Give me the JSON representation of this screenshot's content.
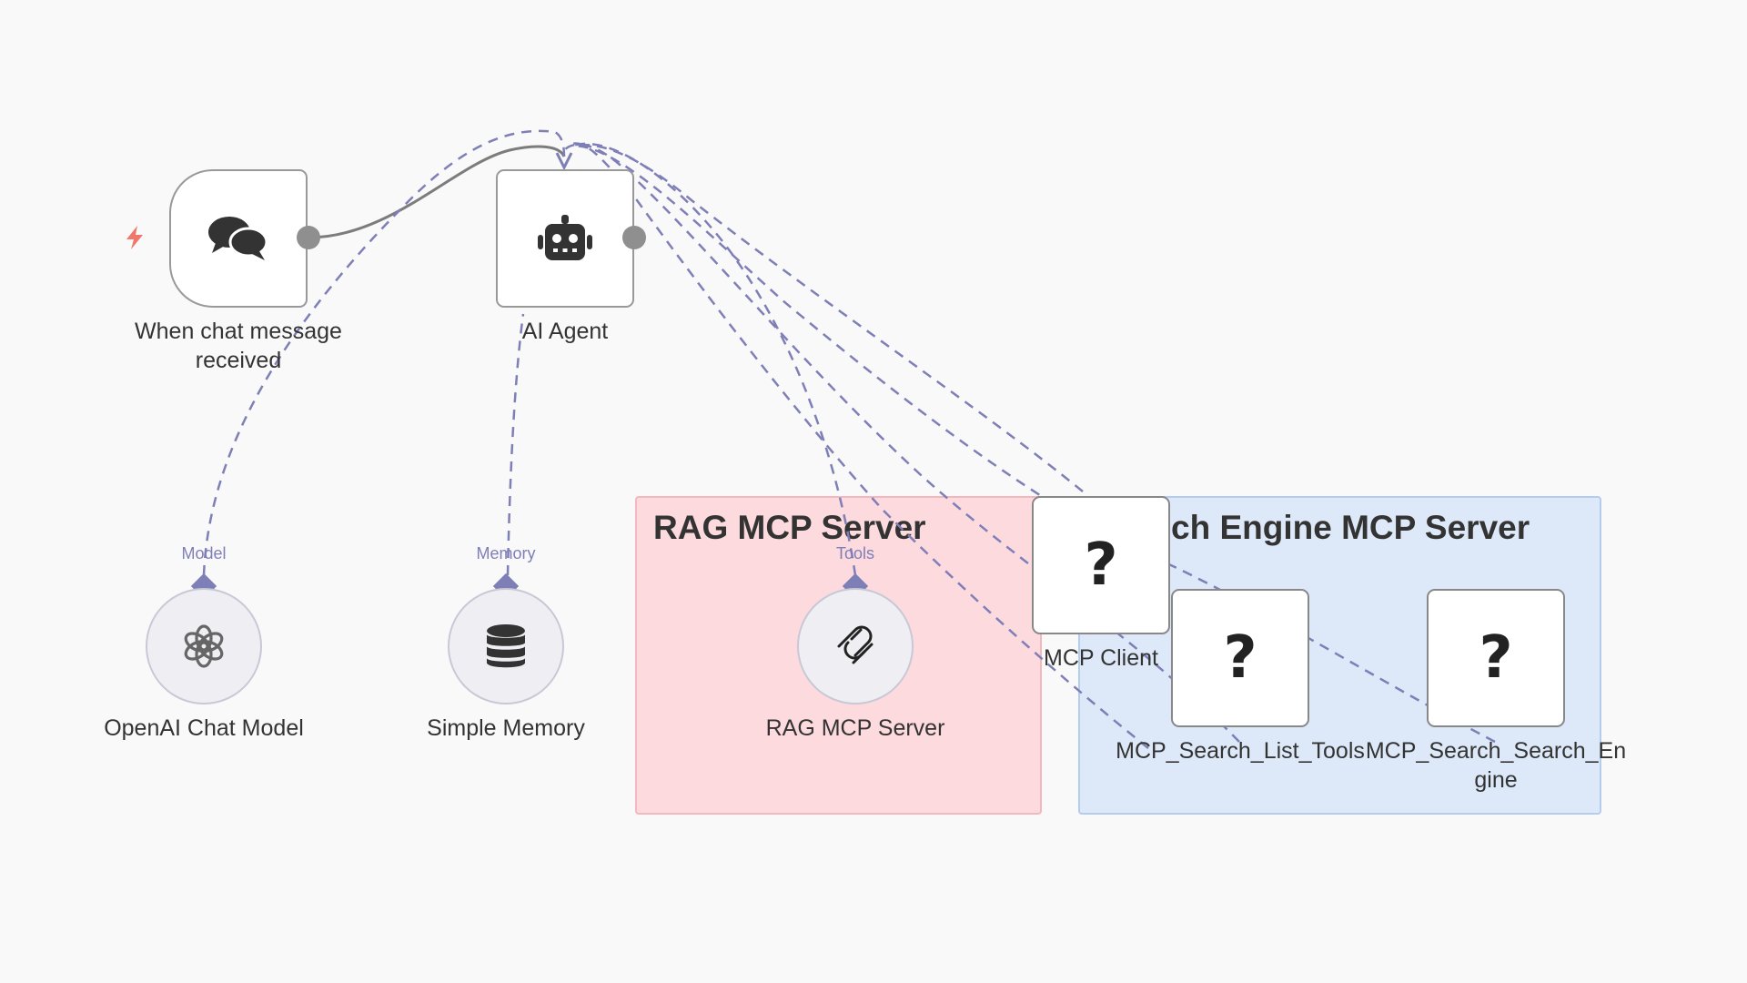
{
  "sticky_notes": {
    "rag": {
      "title": "RAG MCP Server",
      "color": "#fcdadd",
      "border": "#f2b8bd"
    },
    "search": {
      "title": "ch Engine MCP Server",
      "color": "#dde9f8",
      "border": "#b4cdef"
    }
  },
  "nodes": {
    "trigger": {
      "label_line1": "When chat message",
      "label_line2": "received",
      "icon": "chat-bubbles-icon"
    },
    "agent": {
      "label": "AI Agent",
      "icon": "robot-icon"
    },
    "openai": {
      "label": "OpenAI Chat Model",
      "icon": "openai-icon"
    },
    "memory": {
      "label": "Simple Memory",
      "icon": "database-icon"
    },
    "rag_server": {
      "label": "RAG MCP Server",
      "icon": "mcp-icon"
    },
    "mcp_client": {
      "label": "MCP Client",
      "icon": "question-icon",
      "symbol": "?"
    },
    "list_tools": {
      "label": "MCP_Search_List_Tools",
      "icon": "question-icon",
      "symbol": "?"
    },
    "search_engine": {
      "label_line1": "MCP_Search_Search_En",
      "label_line2": "gine",
      "icon": "question-icon",
      "symbol": "?"
    }
  },
  "ports": {
    "model": "Model",
    "memory": "Memory",
    "tools": "Tools"
  },
  "colors": {
    "edge_main": "#7c7c7c",
    "edge_ai": "#7f7fb8",
    "trigger_bolt": "#f0776a"
  }
}
